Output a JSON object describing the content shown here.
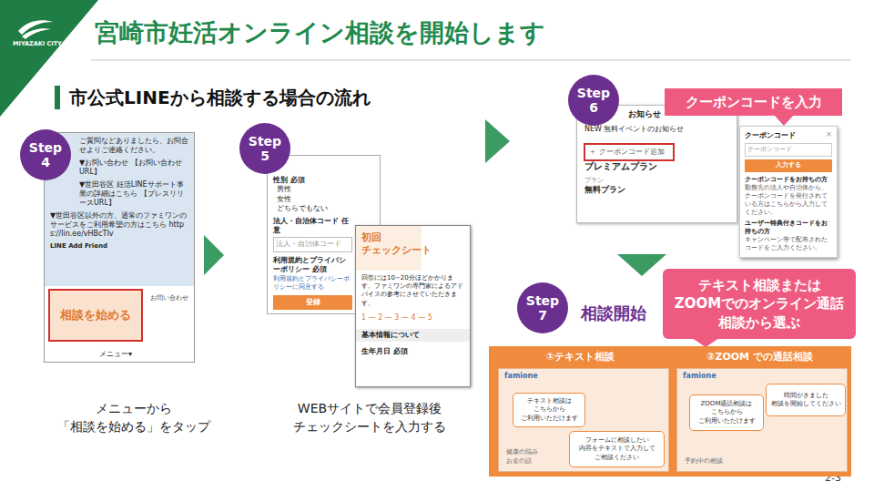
{
  "diagram": {
    "title": "宮崎市妊活オンライン相談を開始します",
    "nodes": [
      {
        "text": [
          "Step 4"
        ]
      },
      {
        "text": [
          "ご質問などありましたら、お問合せよりご連絡ください。",
          "▼お問い合わせ 【お問い合わせURL】",
          "▼世田谷区 妊活LINEサポート事業の詳細はこちら 【プレスリリースURL】",
          "▼世田谷区以外の方、通常のファミワンのサービスをご利用希望の方はこちら https://lin.ee/vHBcTIv",
          "LINE Add Friend",
          "メニュー▾"
        ]
      },
      {
        "text": [
          "相談を始める"
        ],
        "in": 1
      },
      {
        "text": [
          "お問い合わせ"
        ],
        "in": 1
      },
      {
        "text": [
          "Step 5"
        ]
      },
      {
        "text": [
          "性別 必須",
          "男性",
          "女性",
          "どちらでもない",
          "法人・自治体コード 任意",
          "法人・自治体コード",
          "利用規約とプライバシーポリシー 必須",
          "利用規約とプライバシーポリシーに同意する",
          "登録"
        ]
      },
      {
        "text": [
          "初回 チェックシート",
          "回答には10~20分ほどかかります。ファミワンの専門家によるアドバイスの参考にさせていただきます。",
          "1 — 2 — 3 — 4 — 5",
          "基本情報について",
          "生年月日 必須"
        ]
      },
      {
        "text": [
          "Step 6"
        ]
      },
      {
        "text": [
          "お知らせ",
          "NEW 無料イベントのお知らせ",
          "プレミアムプラン",
          "プラン",
          "無料プラン"
        ]
      },
      {
        "text": [
          "＋ クーポンコード追加"
        ],
        "in": 8
      },
      {
        "text": [
          "クーポンコード",
          "×",
          "クーポンコード",
          "入力する",
          "クーポンコードをお持ちの方",
          "勤務先の法人や自治体から、クーポンコードを発行されている方はこちらから入力してください。",
          "ユーザー特典付きコードをお持ちの方",
          "キャンペーン等で配布されたコードをご入力ください。"
        ]
      },
      {
        "text": [
          "クーポンコードを入力"
        ]
      },
      {
        "text": [
          "Step 7"
        ]
      },
      {
        "text": [
          "テキスト相談または ZOOMでのオンライン通話 相談から選ぶ"
        ]
      },
      {
        "text": [
          "①テキスト相談",
          "②ZOOM での通話相談"
        ]
      },
      {
        "text": [
          "famione",
          "健康の悩み お金の話"
        ],
        "in": 14
      },
      {
        "text": [
          "テキスト相談は こちらから ご利用いただけます"
        ],
        "in": 15
      },
      {
        "text": [
          "フォームに相談したい 内容をテキストで入力して ご相談ください"
        ],
        "in": 15
      },
      {
        "text": [
          "famione",
          "予約中の相談"
        ],
        "in": 14
      },
      {
        "text": [
          "ZOOM通話相談は こちらから ご利用いただけます"
        ],
        "in": 18
      },
      {
        "text": [
          "時間がきました 相談を開始してください"
        ],
        "in": 18
      }
    ],
    "edges": [
      {
        "from": 1,
        "to": 5,
        "arrow": "to"
      },
      {
        "from": 6,
        "to": 8,
        "arrow": "to"
      },
      {
        "from": 8,
        "to": 14,
        "arrow": "to"
      }
    ],
    "labels": [
      "MIYAZAKI CITY",
      "市公式LINEから相談する場合の流れ",
      "メニューから 「相談を始める」をタップ",
      "WEBサイトで会員登録後 チェックシートを入力する",
      "相談開始",
      "2-3"
    ]
  }
}
